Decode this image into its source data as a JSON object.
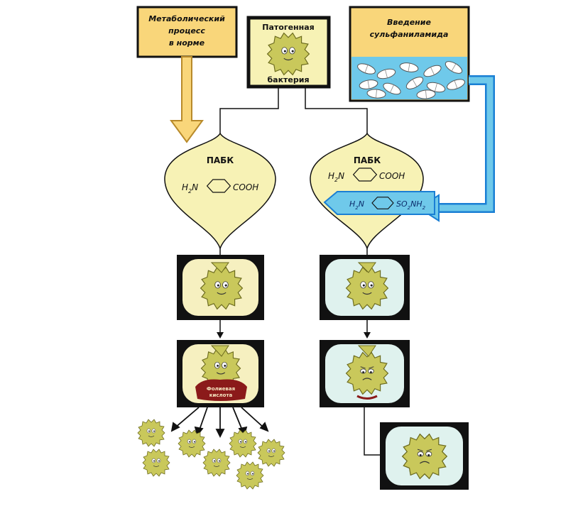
{
  "boxes": {
    "normal_process": "Метаболический процесс в норме",
    "normal_process_lines": [
      "Метаболический",
      "процесс",
      "в норме"
    ],
    "pathogen_top": "Патогенная",
    "pathogen_bottom": "бактерия",
    "sulfa": "Введение сульфаниламида",
    "sulfa_lines": [
      "Введение",
      "сульфаниламида"
    ]
  },
  "funnels": {
    "left_title": "ПАБК",
    "right_title": "ПАБК"
  },
  "chem": {
    "h2n": "H",
    "h2n_sub": "2",
    "h2n_n": "N",
    "cooh": "COOH",
    "so2": "SO",
    "so2_sub": "2",
    "nh2": "NH",
    "nh2_sub": "2"
  },
  "folic_label_lines": [
    "Фолиевая",
    "кислота"
  ],
  "colors": {
    "yellow_box": "#f9d67a",
    "funnel_fill": "#f7f2b5",
    "blue": "#6fc9ea",
    "blue_dark": "#1a7fd4",
    "bacterium": "#c9c85b",
    "panel_light_yellow": "#f6f0c0",
    "panel_light_blue": "#dff2ee",
    "folic": "#8b1a1a"
  }
}
